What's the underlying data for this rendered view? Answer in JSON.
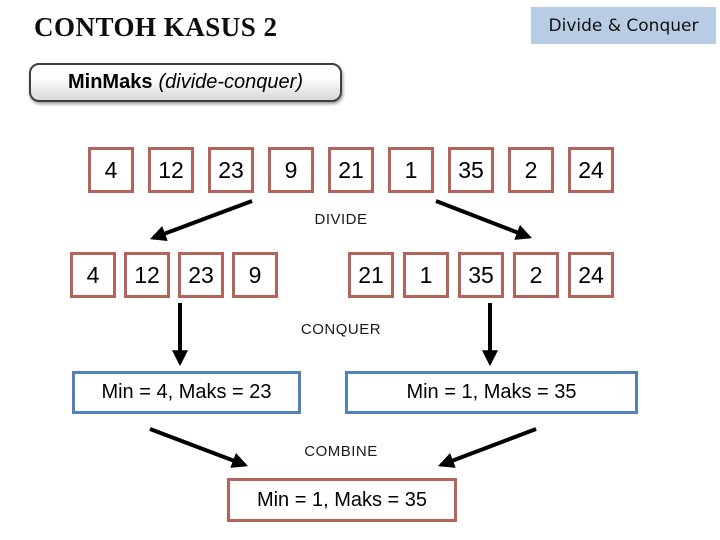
{
  "slide": {
    "title": "CONTOH KASUS 2",
    "corner_label": "Divide & Conquer",
    "subtitle": {
      "bold": "MinMaks",
      "italic": "(divide-conquer)"
    },
    "stages": {
      "divide_label": "DIVIDE",
      "conquer_label": "CONQUER",
      "combine_label": "COMBINE"
    },
    "array_full": [
      "4",
      "12",
      "23",
      "9",
      "21",
      "1",
      "35",
      "2",
      "24"
    ],
    "array_left": [
      "4",
      "12",
      "23",
      "9"
    ],
    "array_right": [
      "21",
      "1",
      "35",
      "2",
      "24"
    ],
    "result_left": "Min = 4, Maks = 23",
    "result_right": "Min = 1, Maks = 35",
    "result_final": "Min = 1, Maks = 35",
    "colors": {
      "box_red": "#b4635a",
      "box_blue": "#4f81bd",
      "label_blue_bg": "#b8cce4",
      "button_border": "#3f3f3f",
      "arrow_black": "#000000"
    }
  }
}
